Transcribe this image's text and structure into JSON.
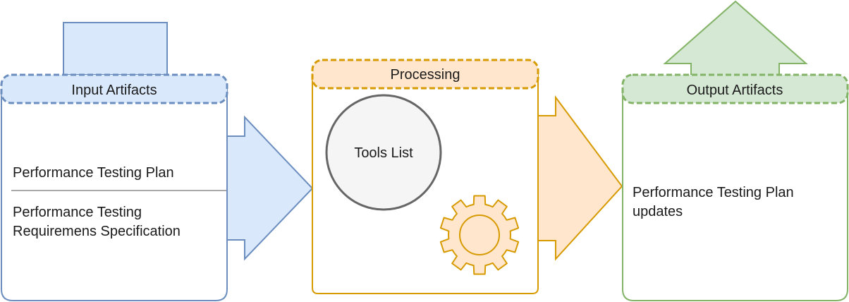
{
  "input": {
    "header": "Input Artifacts",
    "items": [
      "Performance Testing Plan",
      "Performance Testing",
      "Requiremens Specification"
    ]
  },
  "processing": {
    "header": "Processing",
    "tools_label": "Tools List"
  },
  "output": {
    "header": "Output Artifacts",
    "items": [
      "Performance Testing Plan",
      "updates"
    ]
  },
  "colors": {
    "blue_fill": "#dae8fc",
    "blue_stroke": "#6c8ebf",
    "orange_fill": "#ffe6cc",
    "orange_stroke": "#d79b00",
    "green_fill": "#d5e8d4",
    "green_stroke": "#82b366",
    "gray_stroke": "#666666",
    "circle_fill": "#f5f5f5"
  }
}
